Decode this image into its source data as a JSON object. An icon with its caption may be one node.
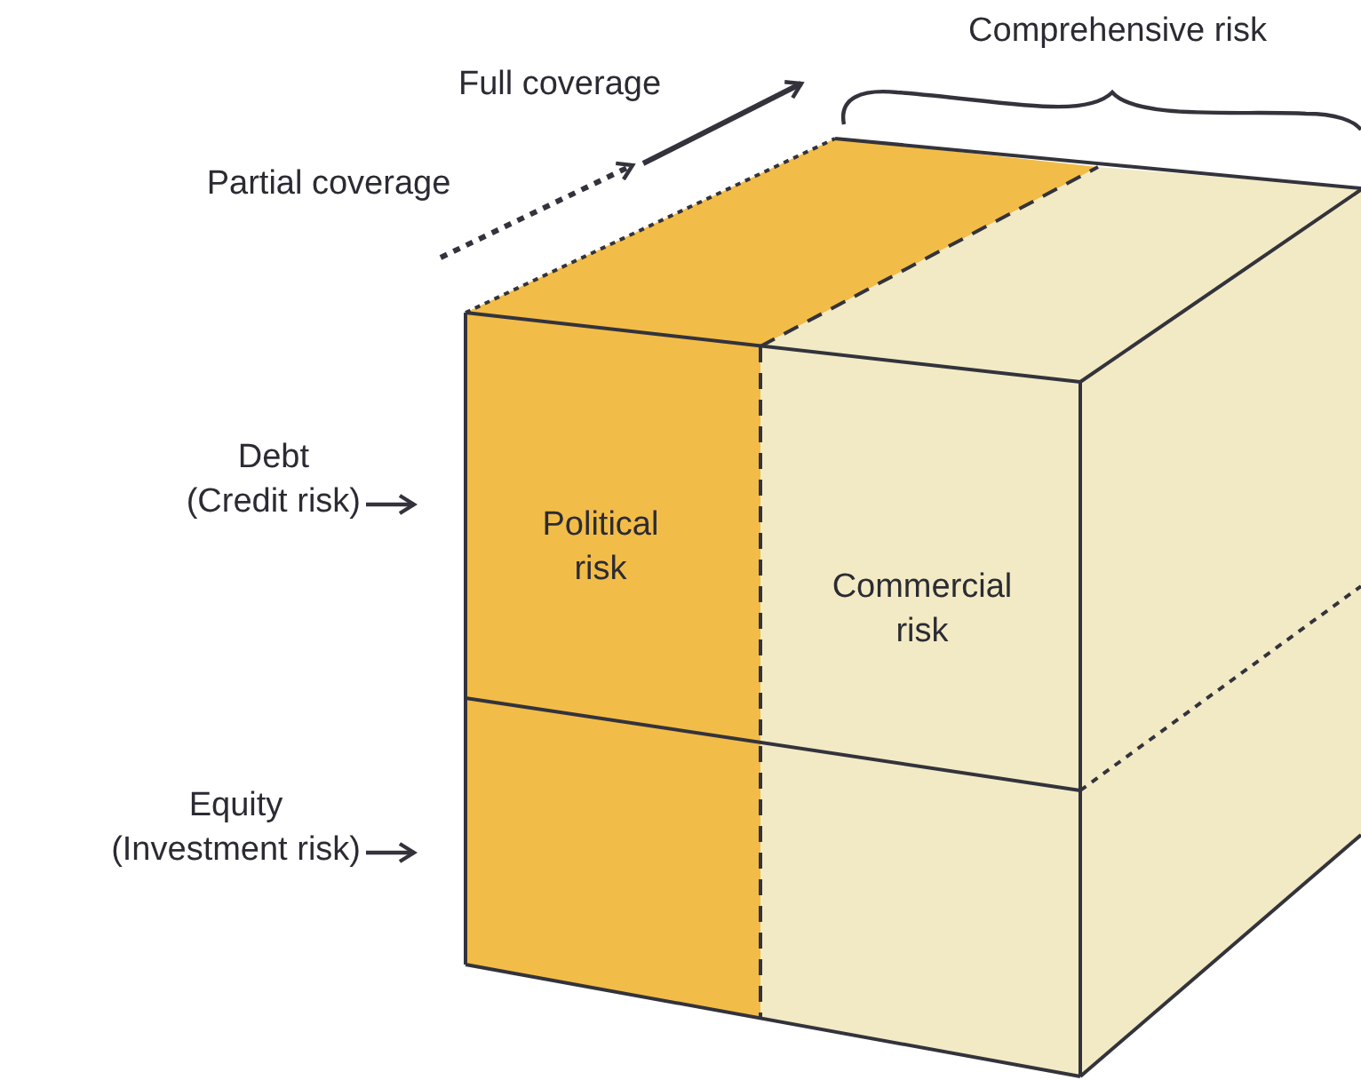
{
  "diagram": {
    "nodes": [
      {
        "text": [
          "Debt (Credit risk)"
        ]
      },
      {
        "text": [
          "Equity (Investment risk)"
        ]
      },
      {
        "text": [
          "Political risk"
        ]
      },
      {
        "text": [
          "Commercial risk"
        ]
      }
    ],
    "edges": [
      {
        "from": 0,
        "to": null,
        "arrow": "to"
      },
      {
        "from": 1,
        "to": null,
        "arrow": "to"
      }
    ],
    "labels": [
      "Comprehensive risk",
      "Full coverage",
      "Partial coverage"
    ]
  }
}
